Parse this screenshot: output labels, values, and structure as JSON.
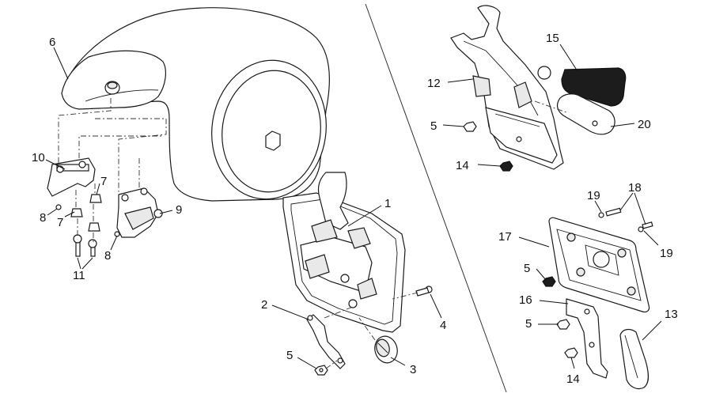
{
  "callouts": {
    "c1": "1",
    "c2": "2",
    "c3": "3",
    "c4": "4",
    "c5a": "5",
    "c5b": "5",
    "c5c": "5",
    "c5d": "5",
    "c6": "6",
    "c7a": "7",
    "c7b": "7",
    "c8a": "8",
    "c8b": "8",
    "c9": "9",
    "c10": "10",
    "c11": "11",
    "c12": "12",
    "c13": "13",
    "c14a": "14",
    "c14b": "14",
    "c15": "15",
    "c16": "16",
    "c17": "17",
    "c18": "18",
    "c19a": "19",
    "c19b": "19",
    "c20": "20"
  }
}
